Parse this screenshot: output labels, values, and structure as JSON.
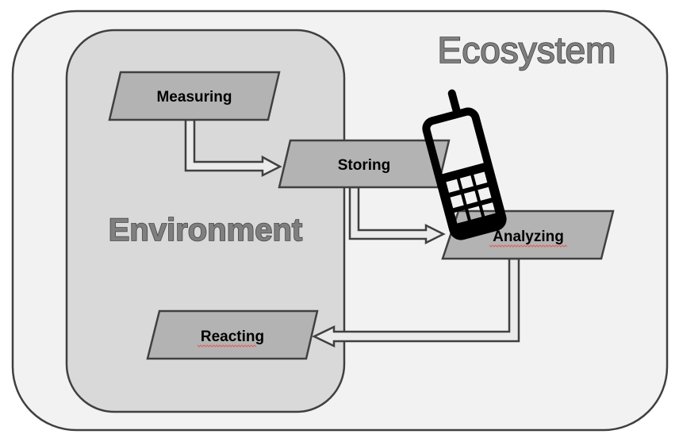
{
  "diagram": {
    "outer_label": "Ecosystem",
    "inner_label": "Environment",
    "nodes": [
      {
        "id": "measuring",
        "label": "Measuring"
      },
      {
        "id": "storing",
        "label": "Storing"
      },
      {
        "id": "analyzing",
        "label": "Analyzing"
      },
      {
        "id": "reacting",
        "label": "Reacting"
      }
    ],
    "edges": [
      {
        "from": "measuring",
        "to": "storing"
      },
      {
        "from": "storing",
        "to": "analyzing"
      },
      {
        "from": "analyzing",
        "to": "reacting"
      }
    ],
    "icons": [
      {
        "name": "mobile-phone-icon",
        "meaning": "mobile phone"
      }
    ],
    "colors": {
      "outer_fill": "#f2f2f2",
      "inner_fill": "#d9d9d9",
      "node_fill": "#b3b3b3",
      "stroke": "#404040",
      "arrow_fill": "#ebebeb",
      "label_fill": "#7f7f7f"
    }
  }
}
